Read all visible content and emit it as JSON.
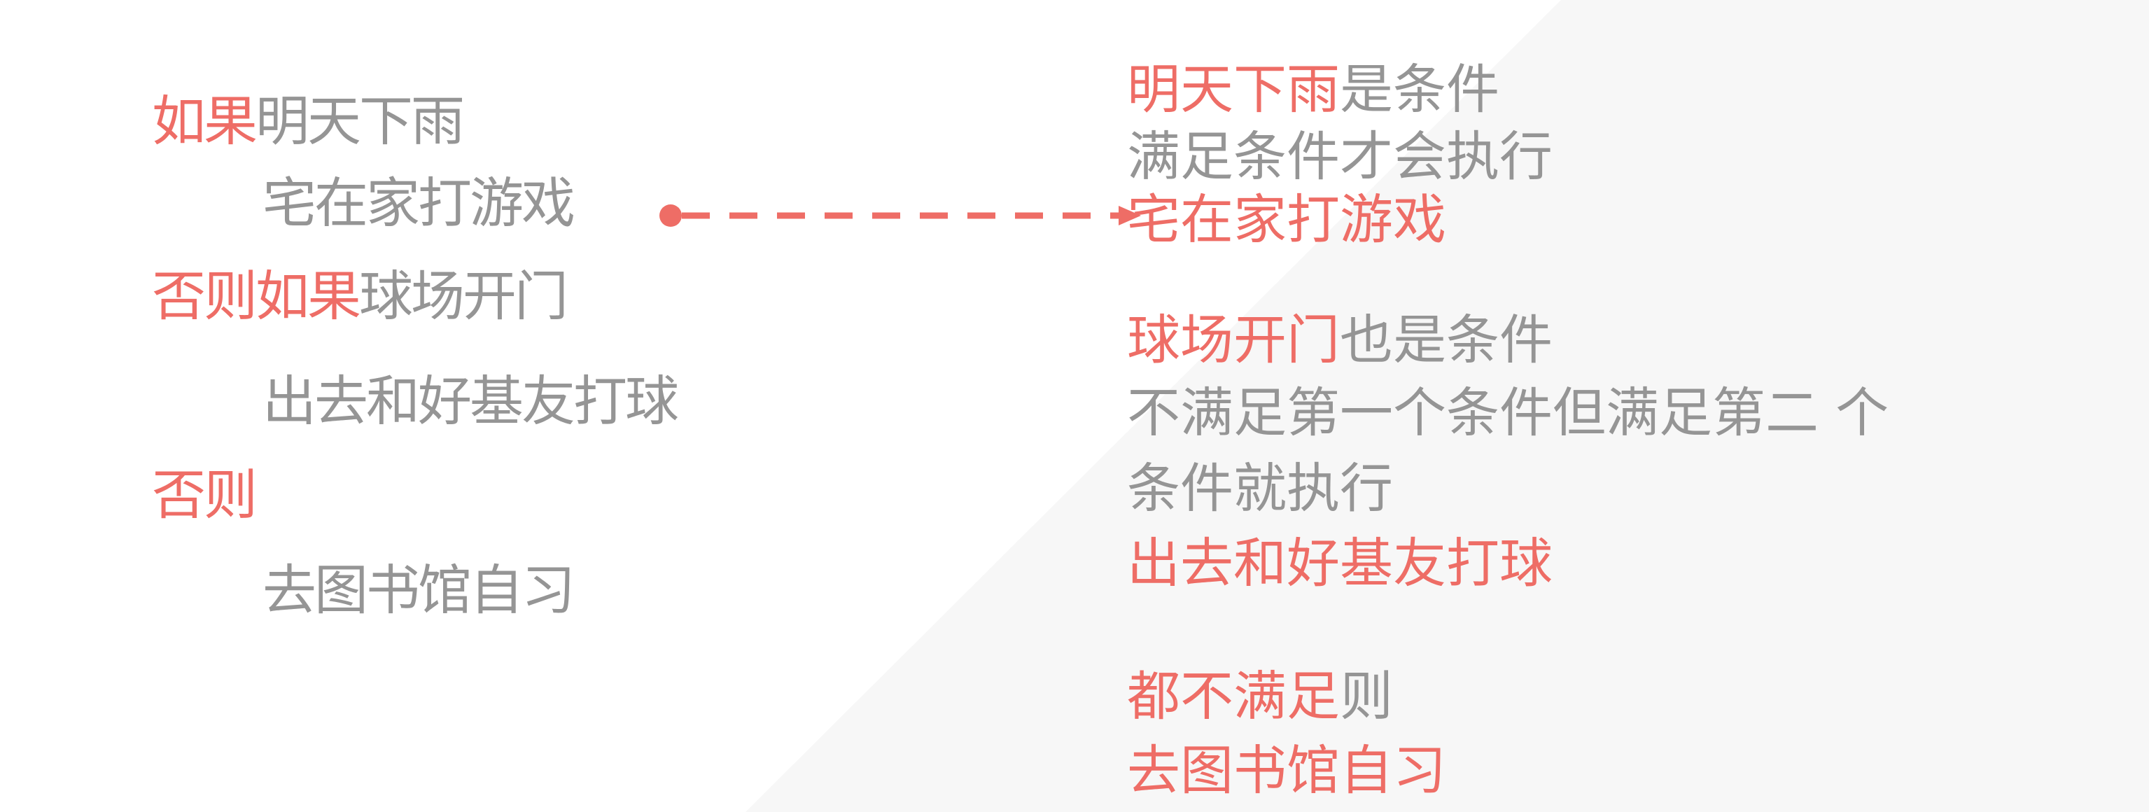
{
  "colors": {
    "accent": "#ee6d66",
    "text": "#959595",
    "background": "#ffffff",
    "panel": "#f7f7f7"
  },
  "code": {
    "if_keyword": "如果",
    "if_condition": "明天下雨",
    "if_action": "宅在家打游戏",
    "elif_keyword": "否则如果",
    "elif_condition": "球场开门",
    "elif_action": "出去和好基友打球",
    "else_keyword": "否则",
    "else_action": "去图书馆自习"
  },
  "explanation": {
    "cond1_highlight": "明天下雨",
    "cond1_suffix": "是条件",
    "cond1_rule": "满足条件才会执行",
    "action1": "宅在家打游戏",
    "cond2_highlight": "球场开门",
    "cond2_suffix": "也是条件",
    "cond2_rule_line1": "不满足第一个条件但满足第二 个",
    "cond2_rule_line2": "条件就执行",
    "action2": "出去和好基友打球",
    "cond3_highlight": "都不满足",
    "cond3_suffix": "则",
    "action3": "去图书馆自习"
  }
}
